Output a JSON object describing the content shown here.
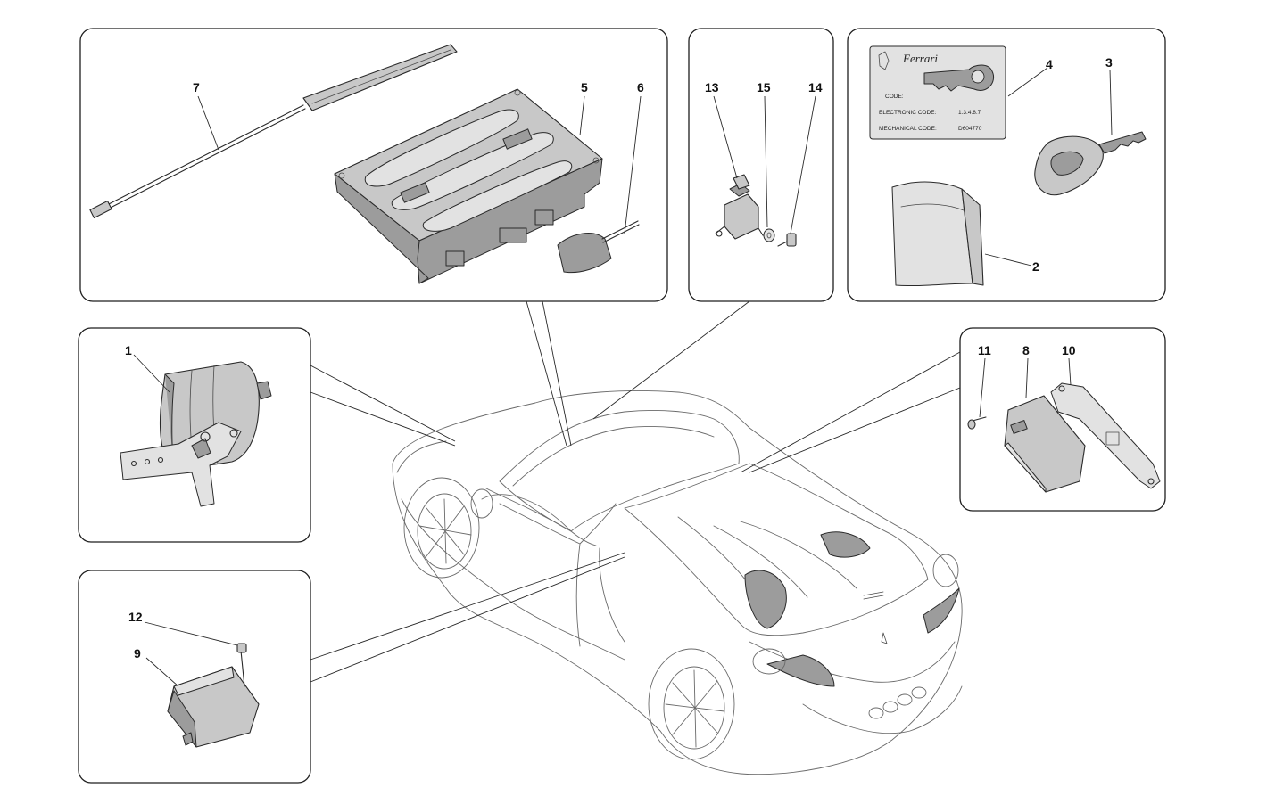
{
  "callouts": {
    "c1": "1",
    "c2": "2",
    "c3": "3",
    "c4": "4",
    "c5": "5",
    "c6": "6",
    "c7": "7",
    "c8": "8",
    "c9": "9",
    "c10": "10",
    "c11": "11",
    "c12": "12",
    "c13": "13",
    "c14": "14",
    "c15": "15"
  },
  "code_card": {
    "brand": "Ferrari",
    "code_label": "CODE:",
    "electronic_label": "ELECTRONIC CODE:",
    "electronic_value": "1.3.4.8.7",
    "mechanical_label": "MECHANICAL CODE:",
    "mechanical_value": "D604770"
  },
  "colors": {
    "line": "#2a2a2a",
    "part_fill": "#c8c8c8",
    "panel_stroke": "#1e1e1e"
  }
}
